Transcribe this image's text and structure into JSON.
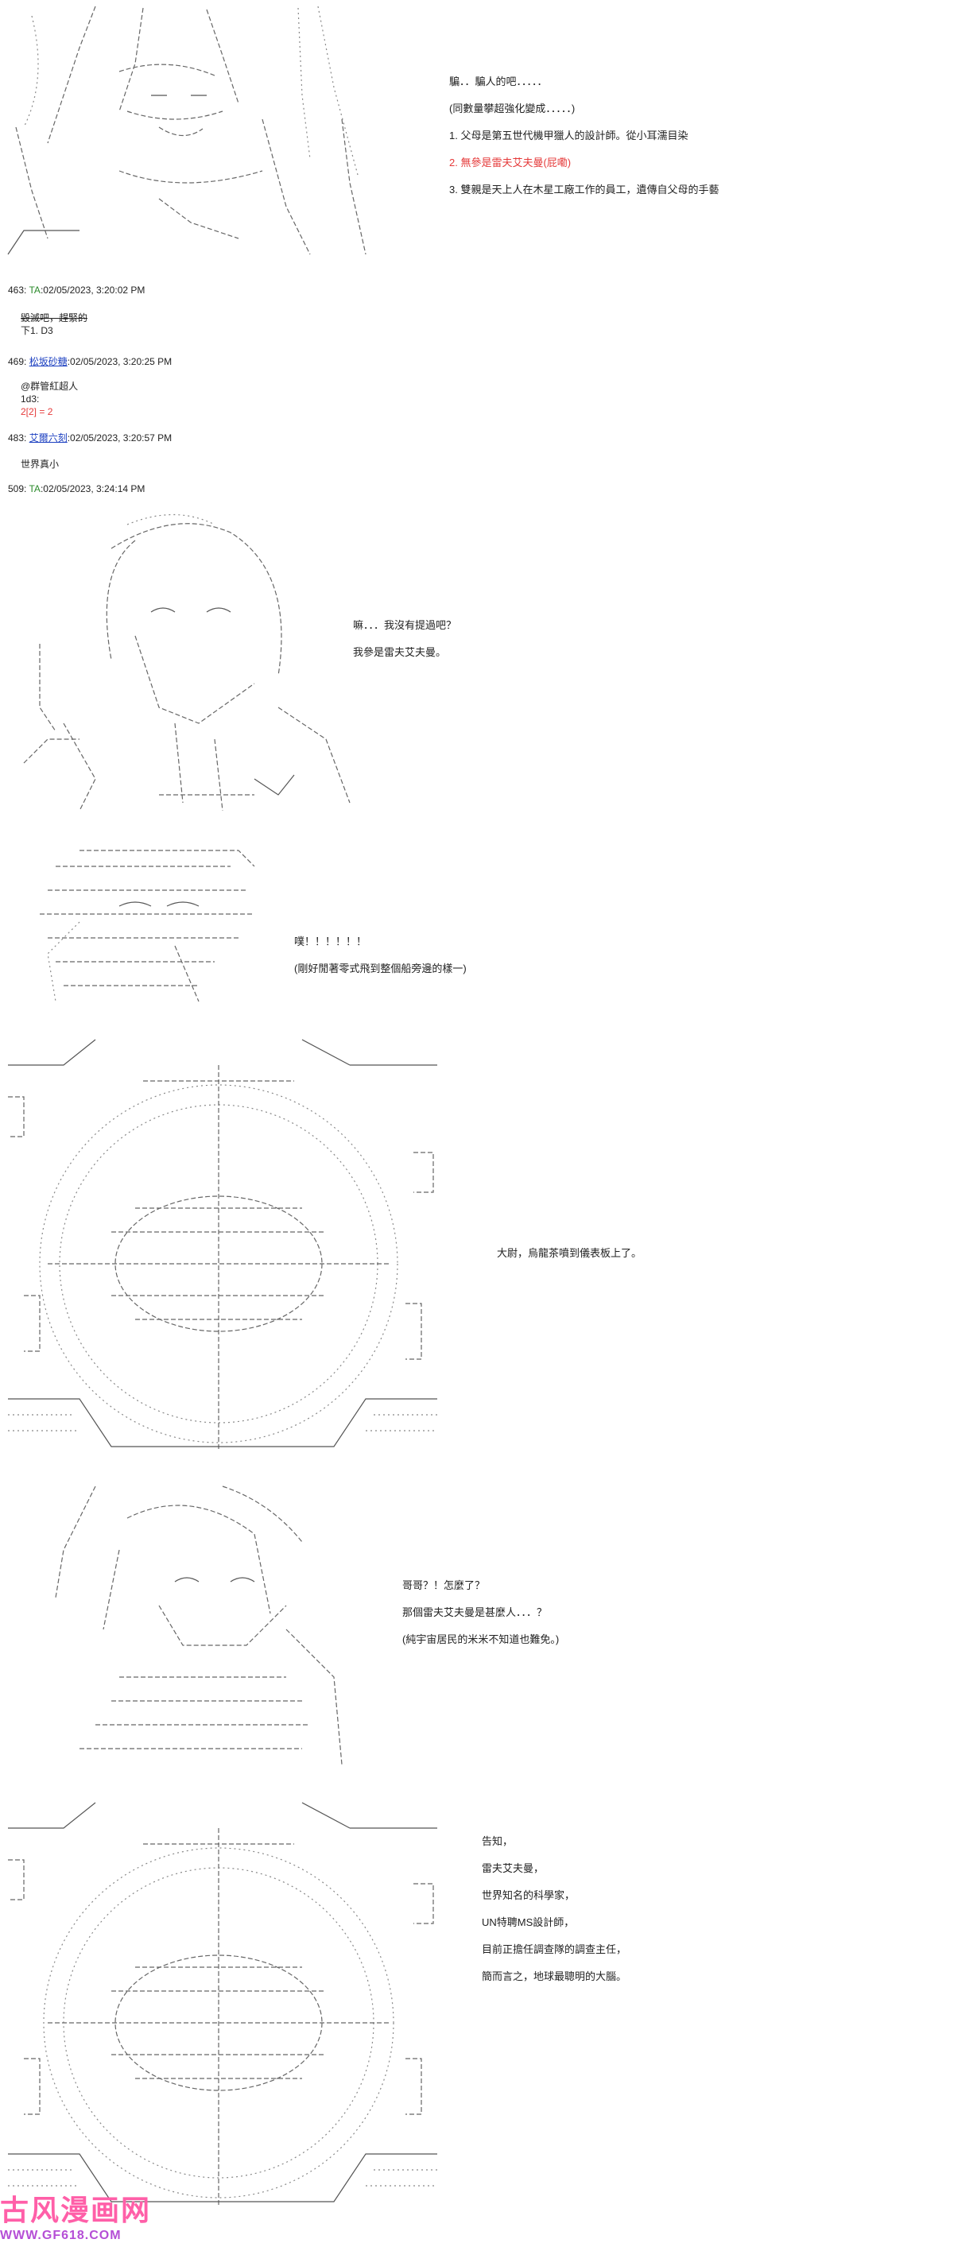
{
  "panel1": {
    "lines": [
      "騙．．騙人的吧．．．．．",
      "(同數量攀超強化變成．．．．．)",
      "1. 父母是第五世代機甲獵人的設計師。從小耳濡目染",
      "2. 無參是雷夫艾夫曼(屁嘞)",
      "3. 雙親是天上人在木星工廠工作的員工，遺傳自父母的手藝"
    ]
  },
  "posts": [
    {
      "num": "463",
      "name": "TA",
      "date": ":02/05/2023, 3:20:02 PM",
      "body": [
        "毀滅吧，趕緊的",
        "下1. D3"
      ]
    },
    {
      "num": "469",
      "name": "松坂砂糖",
      "date": ":02/05/2023, 3:20:25 PM",
      "body": [
        "@群管紅超人",
        "1d3:",
        "2[2] = 2"
      ]
    },
    {
      "num": "483",
      "name": "艾爾六刻",
      "date": ":02/05/2023, 3:20:57 PM",
      "body": [
        "世界真小"
      ]
    },
    {
      "num": "509",
      "name": "TA",
      "date": ":02/05/2023, 3:24:14 PM",
      "body": []
    }
  ],
  "panel2": {
    "lines": [
      "嘛．．．我沒有提過吧？",
      "我參是雷夫艾夫曼。"
    ]
  },
  "panel3": {
    "lines": [
      "噗！！！！！！",
      "(剛好閒著零式飛到整個船旁邊的樣一)"
    ]
  },
  "panel4": {
    "lines": [
      "大尉，烏龍茶噴到儀表板上了。"
    ]
  },
  "panel5": {
    "lines": [
      "哥哥？！怎麼了？",
      "那個雷夫艾夫曼是甚麼人．．．？",
      "(純宇宙居民的米米不知道也難免。)"
    ]
  },
  "panel6": {
    "lines": [
      "告知，",
      "雷夫艾夫曼，",
      "世界知名的科學家，",
      "UN特聘MS設計師，",
      "目前正擔任調查隊的調查主任，",
      "簡而言之，地球最聰明的大腦。"
    ]
  },
  "watermark": {
    "title": "古风漫画网",
    "url": "WWW.GF618.COM"
  }
}
